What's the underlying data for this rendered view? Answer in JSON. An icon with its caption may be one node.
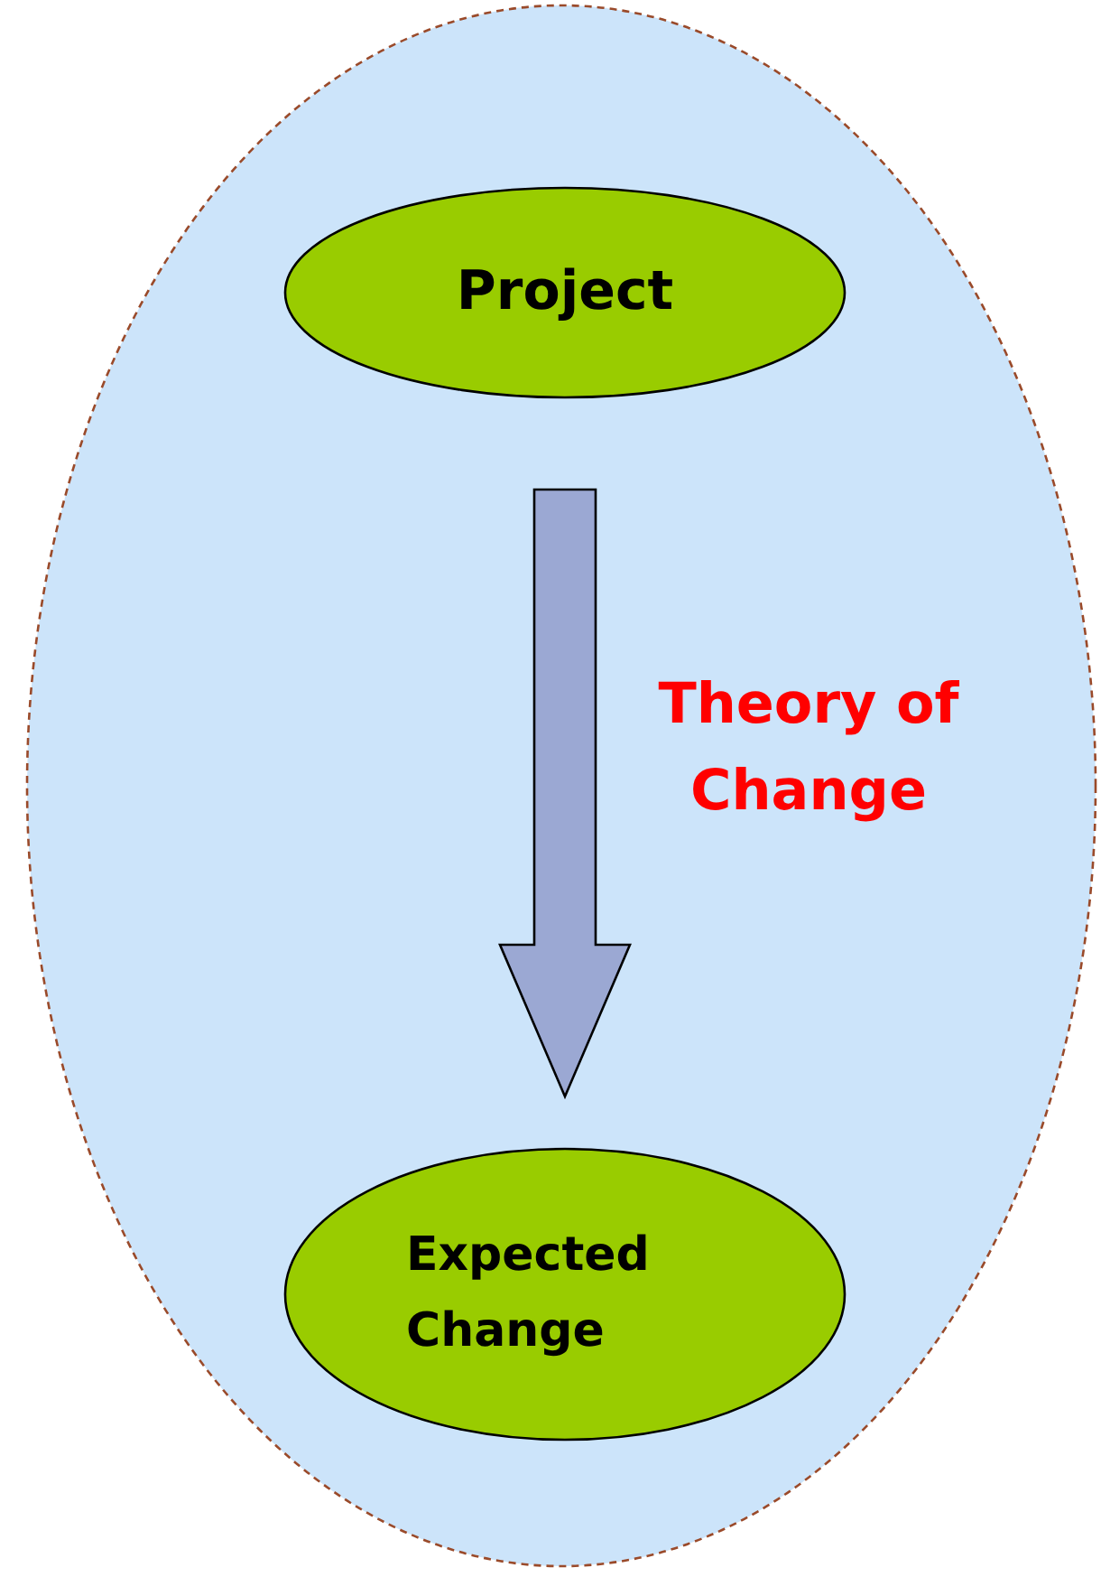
{
  "diagram": {
    "nodes": [
      {
        "text": [],
        "shape": "ellipse"
      },
      {
        "text": [
          "Project"
        ],
        "in": 0
      },
      {
        "text": [
          "Expected Change"
        ],
        "in": 0
      }
    ],
    "edges": [
      {
        "from": 1,
        "to": 2,
        "arrow": "to",
        "label": "Theory of Change",
        "style": "thick",
        "color": "#9ba8d3"
      }
    ]
  }
}
